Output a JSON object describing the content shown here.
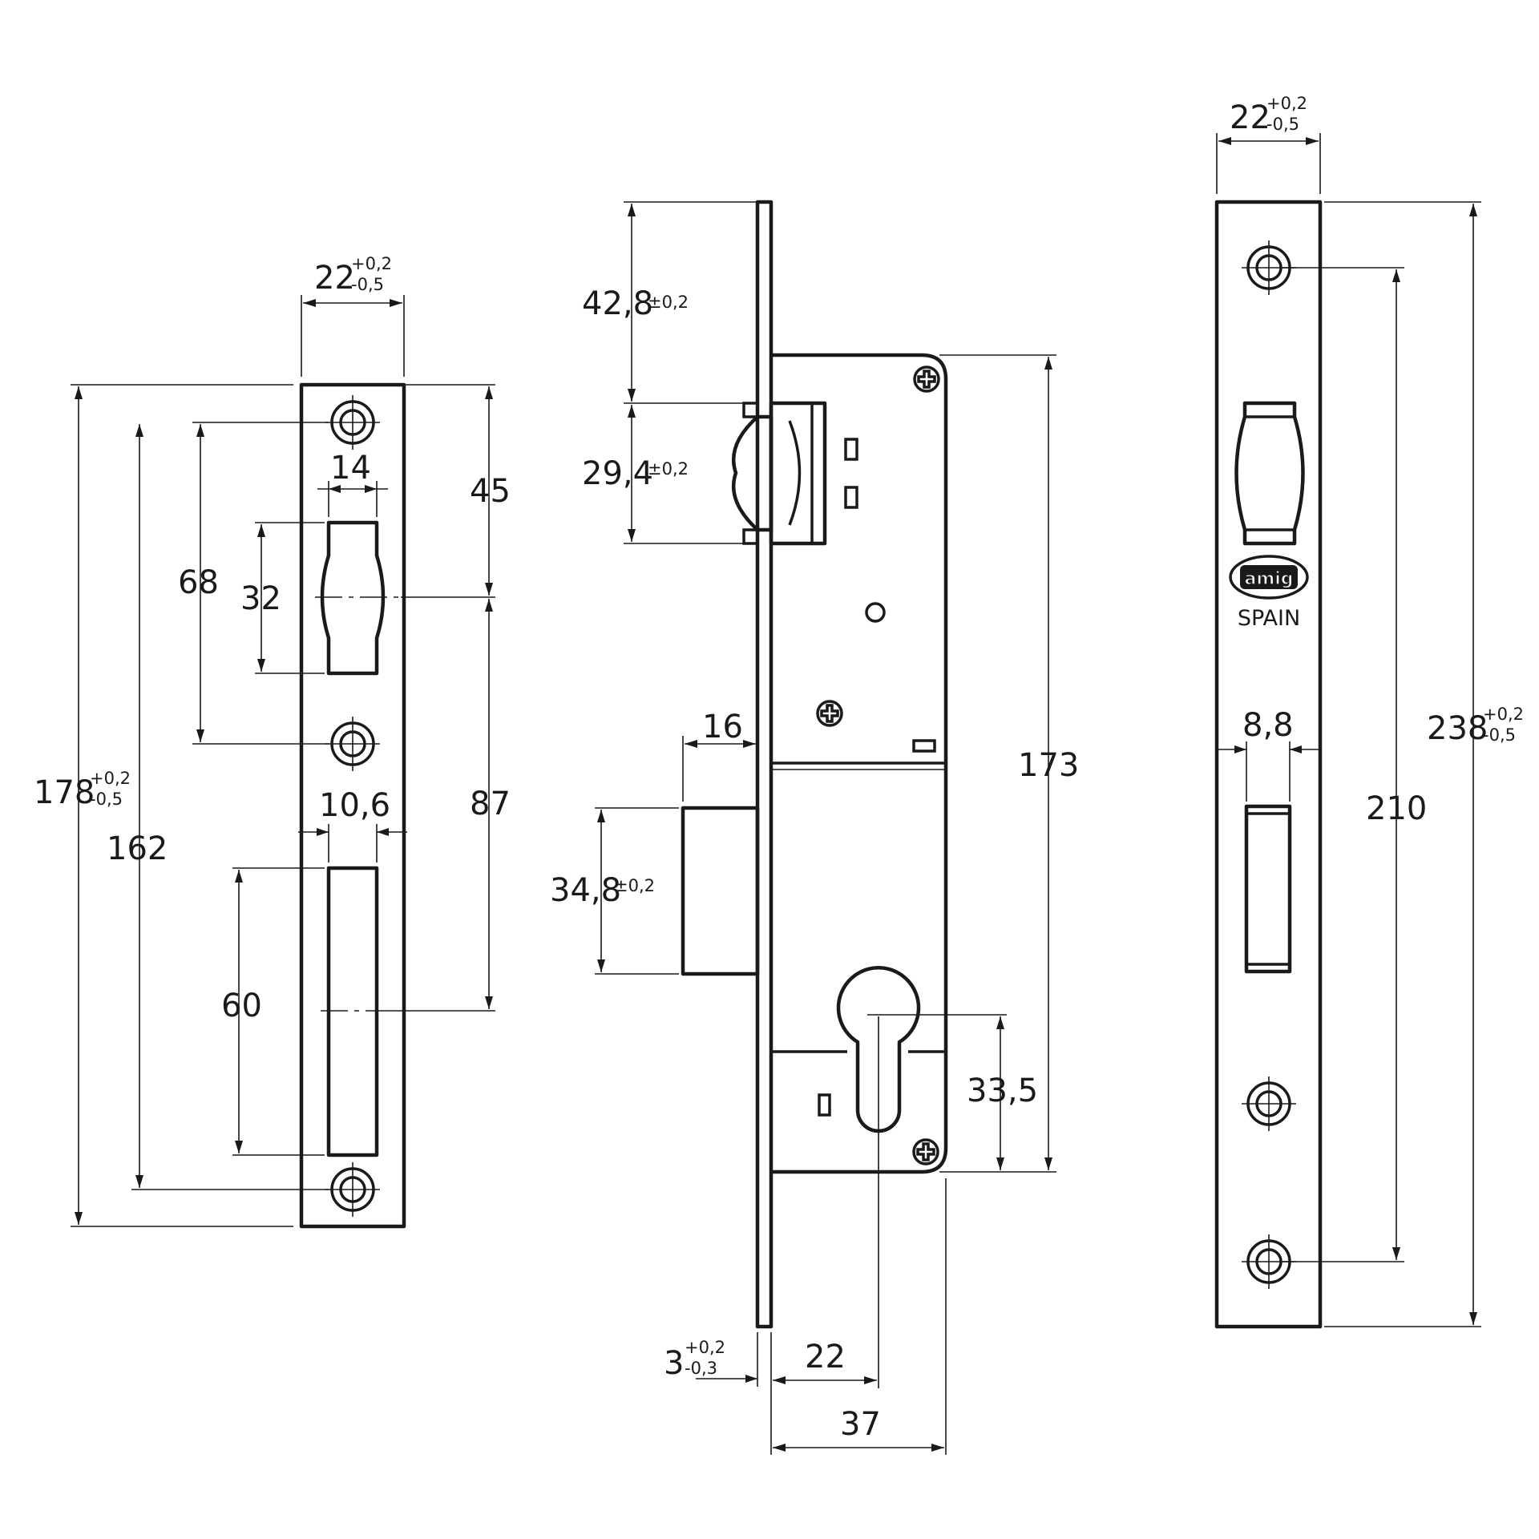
{
  "strike_plate": {
    "width": {
      "value": "22",
      "tol_upper": "+0,2",
      "tol_lower": "-0,5"
    },
    "latch_hole_width": "14",
    "latch_hole_height": "32",
    "screw_spacing": "68",
    "latch_to_top": "45",
    "latch_to_bolt": "87",
    "bolt_hole_width": "10,6",
    "bolt_hole_height": "60",
    "outer_screw_spacing": "162",
    "height": {
      "value": "178",
      "tol_upper": "+0,2",
      "tol_lower": "-0,5"
    }
  },
  "lock_body": {
    "latch_offset": {
      "value": "42,8",
      "tol": "±0,2"
    },
    "latch_height": {
      "value": "29,4",
      "tol": "±0,2"
    },
    "bolt_projection": "16",
    "bolt_height": {
      "value": "34,8",
      "tol": "±0,2"
    },
    "body_height": "173",
    "cylinder_to_bottom": "33,5",
    "faceplate_thickness": {
      "value": "3",
      "tol_upper": "+0,2",
      "tol_lower": "-0,3"
    },
    "backset": "22",
    "body_depth": "37"
  },
  "faceplate": {
    "width": {
      "value": "22",
      "tol_upper": "+0,2",
      "tol_lower": "-0,5"
    },
    "bolt_slot_width": "8,8",
    "screw_spacing": "210",
    "height": {
      "value": "238",
      "tol_upper": "+0,2",
      "tol_lower": "-0,5"
    },
    "logo_text": "amig",
    "origin_text": "SPAIN"
  }
}
